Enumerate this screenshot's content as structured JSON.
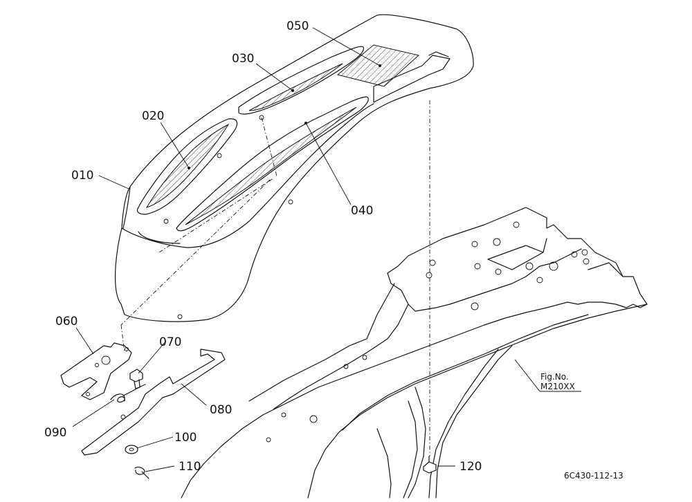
{
  "parts": [
    {
      "id": "010",
      "label": "010"
    },
    {
      "id": "020",
      "label": "020"
    },
    {
      "id": "030",
      "label": "030"
    },
    {
      "id": "040",
      "label": "040"
    },
    {
      "id": "050",
      "label": "050"
    },
    {
      "id": "060",
      "label": "060"
    },
    {
      "id": "070",
      "label": "070"
    },
    {
      "id": "080",
      "label": "080"
    },
    {
      "id": "090",
      "label": "090"
    },
    {
      "id": "100",
      "label": "100"
    },
    {
      "id": "110",
      "label": "110"
    },
    {
      "id": "120",
      "label": "120"
    }
  ],
  "reference": {
    "fig_label": "Fig.No.",
    "fig_number": "M210XX"
  },
  "drawing_code": "6C430-112-13"
}
